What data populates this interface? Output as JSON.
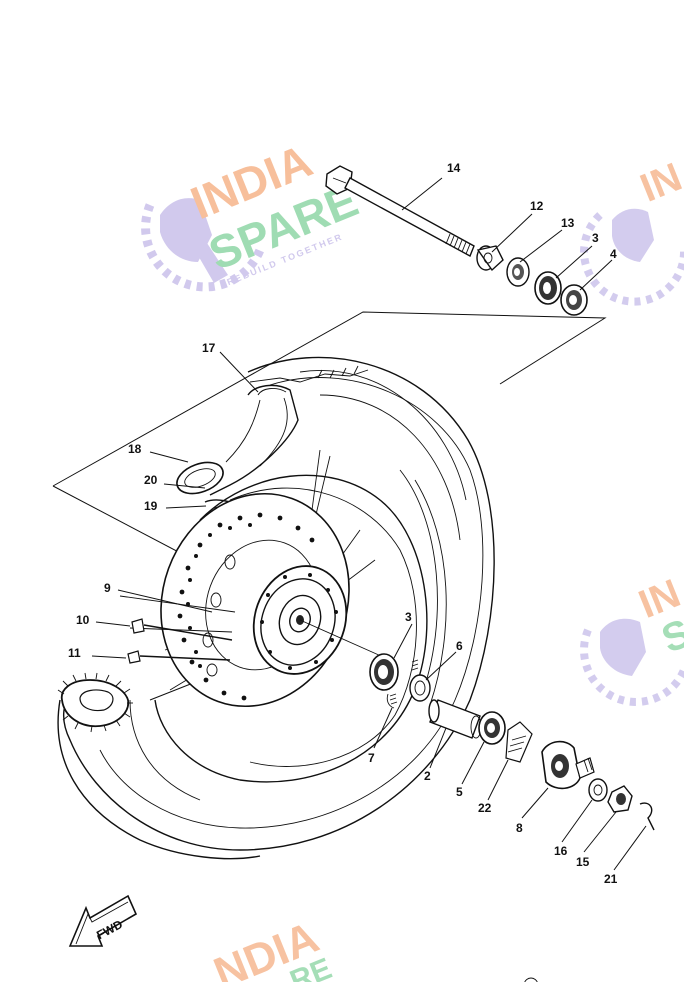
{
  "watermark": {
    "brand_top": "INDIA",
    "brand_bottom": "SPARE",
    "tagline": "REBUILD TOGETHER",
    "color_top": "#f6b48a",
    "color_bottom": "#8fd6a6",
    "color_icon": "#c9c0ea"
  },
  "fwd_label": "FWD",
  "callouts": [
    {
      "id": "p14",
      "text": "14"
    },
    {
      "id": "p12",
      "text": "12"
    },
    {
      "id": "p13",
      "text": "13"
    },
    {
      "id": "p3a",
      "text": "3"
    },
    {
      "id": "p4",
      "text": "4"
    },
    {
      "id": "p17",
      "text": "17"
    },
    {
      "id": "p18",
      "text": "18"
    },
    {
      "id": "p20",
      "text": "20"
    },
    {
      "id": "p19",
      "text": "19"
    },
    {
      "id": "p9",
      "text": "9"
    },
    {
      "id": "p10",
      "text": "10"
    },
    {
      "id": "p11",
      "text": "11"
    },
    {
      "id": "p3b",
      "text": "3"
    },
    {
      "id": "p6",
      "text": "6"
    },
    {
      "id": "p7",
      "text": "7"
    },
    {
      "id": "p2",
      "text": "2"
    },
    {
      "id": "p5",
      "text": "5"
    },
    {
      "id": "p22",
      "text": "22"
    },
    {
      "id": "p8",
      "text": "8"
    },
    {
      "id": "p16",
      "text": "16"
    },
    {
      "id": "p15",
      "text": "15"
    },
    {
      "id": "p21",
      "text": "21"
    }
  ]
}
